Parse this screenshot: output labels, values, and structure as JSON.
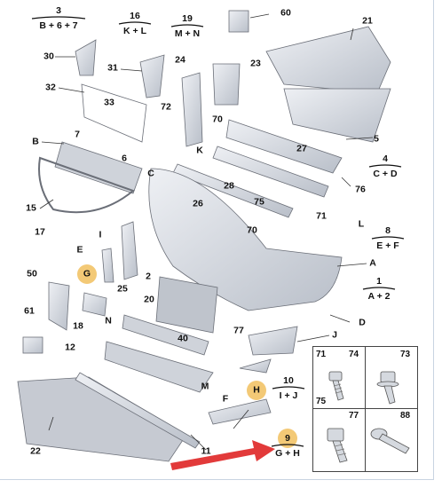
{
  "diagram": {
    "callouts": [
      {
        "key": "c60",
        "text": "60"
      },
      {
        "key": "c21",
        "text": "21"
      },
      {
        "key": "c30",
        "text": "30"
      },
      {
        "key": "c31",
        "text": "31"
      },
      {
        "key": "c24",
        "text": "24"
      },
      {
        "key": "c23",
        "text": "23"
      },
      {
        "key": "c32",
        "text": "32"
      },
      {
        "key": "c33",
        "text": "33"
      },
      {
        "key": "c72",
        "text": "72"
      },
      {
        "key": "c70a",
        "text": "70"
      },
      {
        "key": "c5",
        "text": "5"
      },
      {
        "key": "cB",
        "text": "B"
      },
      {
        "key": "c7",
        "text": "7"
      },
      {
        "key": "c6",
        "text": "6"
      },
      {
        "key": "cK",
        "text": "K"
      },
      {
        "key": "c27",
        "text": "27"
      },
      {
        "key": "cC",
        "text": "C"
      },
      {
        "key": "c76",
        "text": "76"
      },
      {
        "key": "c15",
        "text": "15"
      },
      {
        "key": "c28",
        "text": "28"
      },
      {
        "key": "c26",
        "text": "26"
      },
      {
        "key": "c75",
        "text": "75"
      },
      {
        "key": "c17",
        "text": "17"
      },
      {
        "key": "c71",
        "text": "71"
      },
      {
        "key": "cL",
        "text": "L"
      },
      {
        "key": "c70b",
        "text": "70"
      },
      {
        "key": "cI",
        "text": "I"
      },
      {
        "key": "cE",
        "text": "E"
      },
      {
        "key": "cA",
        "text": "A"
      },
      {
        "key": "c50",
        "text": "50"
      },
      {
        "key": "cG",
        "text": "G"
      },
      {
        "key": "c2",
        "text": "2"
      },
      {
        "key": "c25",
        "text": "25"
      },
      {
        "key": "c20",
        "text": "20"
      },
      {
        "key": "cD",
        "text": "D"
      },
      {
        "key": "c61",
        "text": "61"
      },
      {
        "key": "c18",
        "text": "18"
      },
      {
        "key": "cN",
        "text": "N"
      },
      {
        "key": "c77",
        "text": "77"
      },
      {
        "key": "cJ",
        "text": "J"
      },
      {
        "key": "c40",
        "text": "40"
      },
      {
        "key": "c12",
        "text": "12"
      },
      {
        "key": "cM",
        "text": "M"
      },
      {
        "key": "cH",
        "text": "H"
      },
      {
        "key": "cF",
        "text": "F"
      },
      {
        "key": "c22",
        "text": "22"
      },
      {
        "key": "c11",
        "text": "11"
      }
    ],
    "groups": [
      {
        "key": "g3",
        "num": "3",
        "formula": "B + 6 + 7"
      },
      {
        "key": "g16",
        "num": "16",
        "formula": "K + L"
      },
      {
        "key": "g19",
        "num": "19",
        "formula": "M + N"
      },
      {
        "key": "g4",
        "num": "4",
        "formula": "C + D"
      },
      {
        "key": "g8",
        "num": "8",
        "formula": "E + F"
      },
      {
        "key": "g1",
        "num": "1",
        "formula": "A + 2"
      },
      {
        "key": "g10",
        "num": "10",
        "formula": "I + J"
      },
      {
        "key": "g9",
        "num": "9",
        "formula": "G + H"
      }
    ],
    "fasteners": [
      {
        "key": "f71",
        "text": "71"
      },
      {
        "key": "f74",
        "text": "74"
      },
      {
        "key": "f73",
        "text": "73"
      },
      {
        "key": "f75",
        "text": "75"
      },
      {
        "key": "f77",
        "text": "77"
      },
      {
        "key": "f88",
        "text": "88"
      }
    ],
    "colors": {
      "highlight": "#f3c976",
      "arrow": "#e23a3a",
      "line": "#333333",
      "part_fill": "#d9dde4",
      "part_stroke": "#6b6f78"
    }
  }
}
